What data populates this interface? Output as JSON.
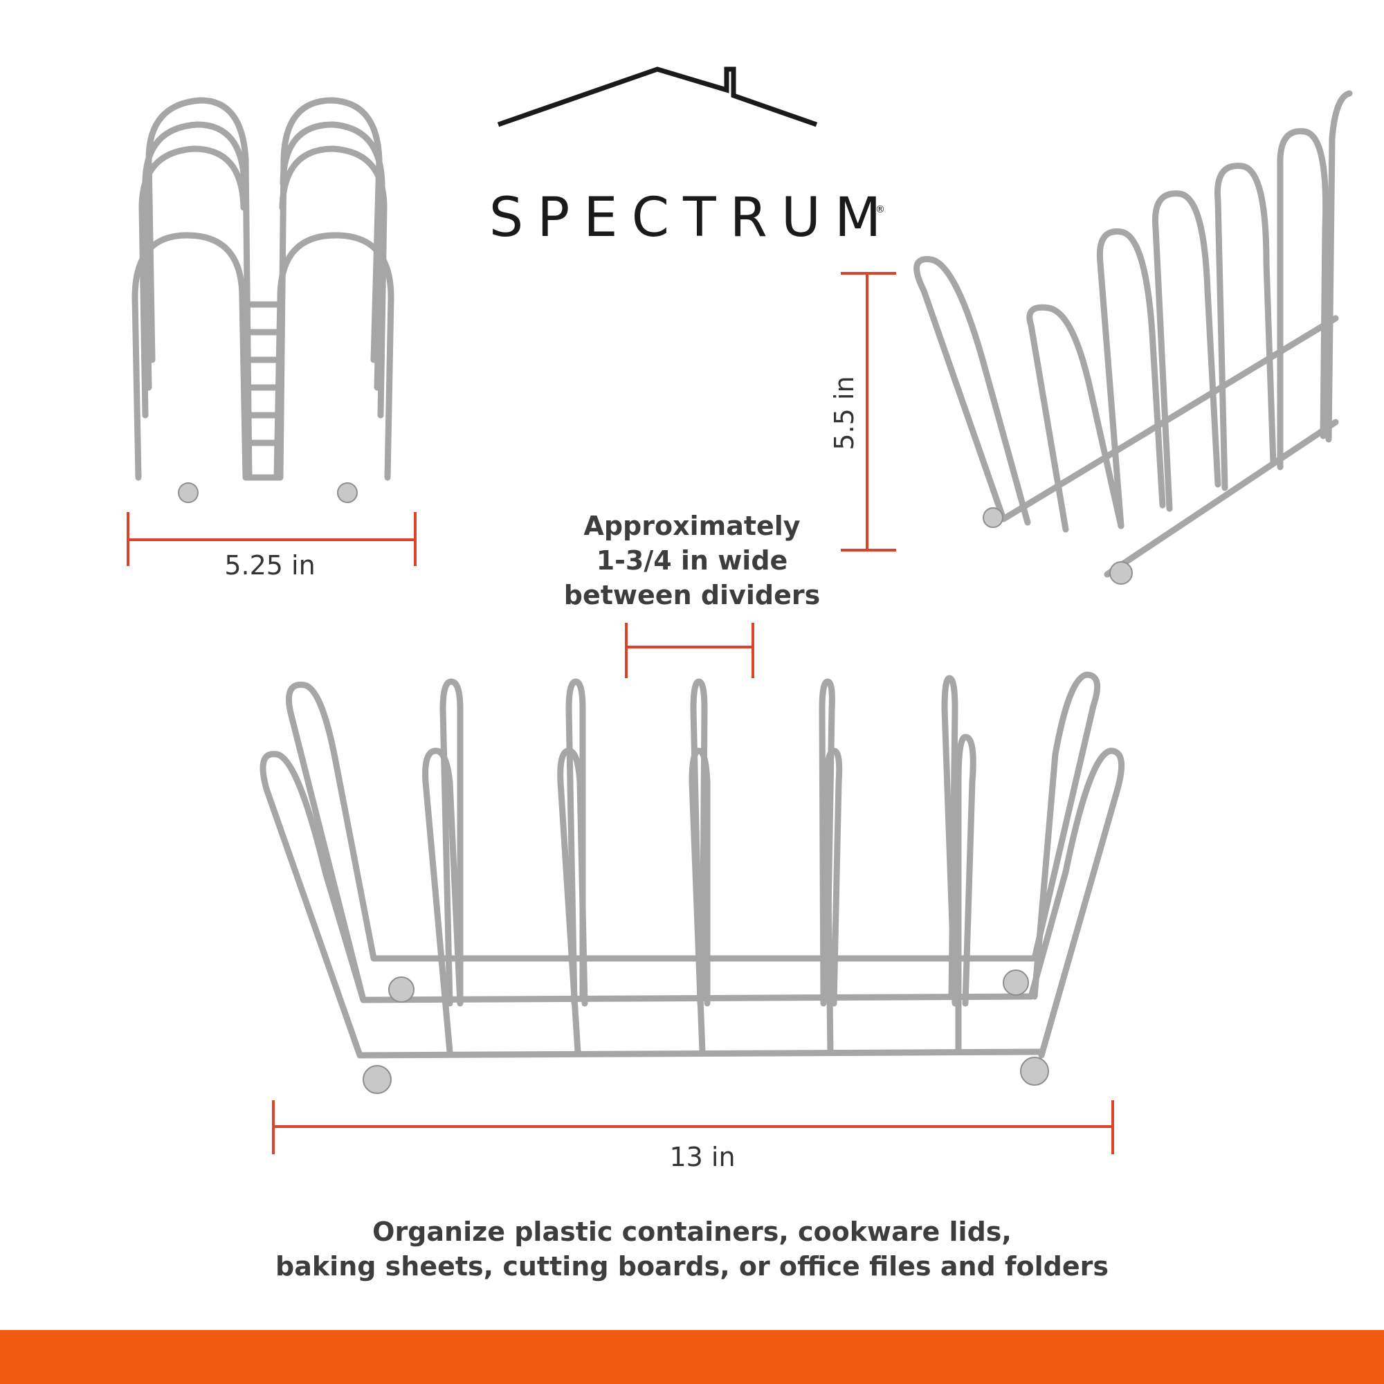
{
  "brand": {
    "name": "SPECTRUM",
    "registered_mark": "®"
  },
  "dimensions": {
    "width": "5.25 in",
    "height": "5.5 in",
    "length": "13 in",
    "divider_note_lines": [
      "Approximately",
      "1-3/4 in wide",
      "between dividers"
    ]
  },
  "caption_lines": [
    "Organize plastic containers, cookware lids,",
    "baking sheets, cutting boards, or office files and folders"
  ],
  "colors": {
    "accent": "#f15a12",
    "dimension_line": "#d9442b",
    "text": "#3d3d3d"
  },
  "icons": [
    "house-roof-logo-icon"
  ]
}
